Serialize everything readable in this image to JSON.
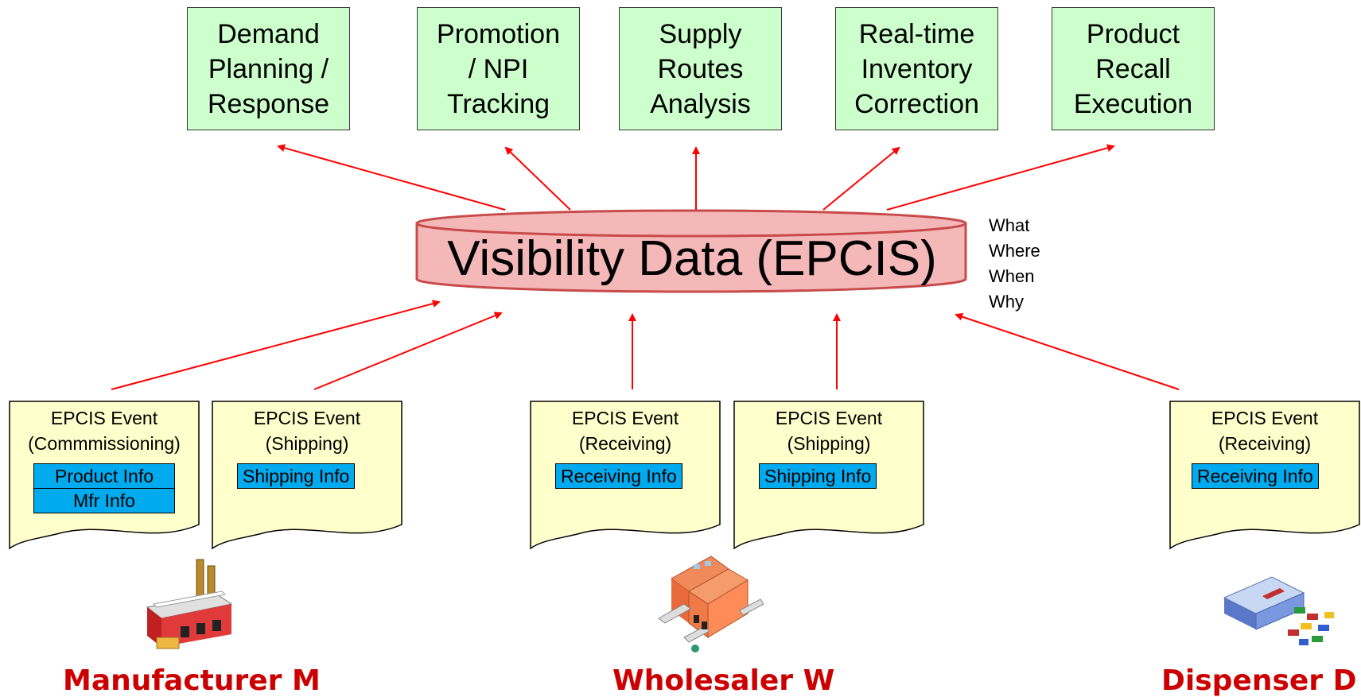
{
  "colors": {
    "app_box_fill": "#ccffcc",
    "database_fill": "#f5b8b8",
    "database_stroke": "#c84b4b",
    "document_fill": "#ffffcc",
    "info_box_fill": "#00aaee",
    "arrow_color": "#ff0000",
    "party_label_color": "#cc0000"
  },
  "applications": [
    {
      "label": "Demand\nPlanning /\nResponse"
    },
    {
      "label": "Promotion\n/ NPI\nTracking"
    },
    {
      "label": "Supply\nRoutes\nAnalysis"
    },
    {
      "label": "Real-time\nInventory\nCorrection"
    },
    {
      "label": "Product\nRecall\nExecution"
    }
  ],
  "database": {
    "label": "Visibility Data (EPCIS)"
  },
  "dimensions": [
    "What",
    "Where",
    "When",
    "Why"
  ],
  "events": [
    {
      "title": "EPCIS Event\n(Commmissioning)",
      "info": [
        "Product Info",
        "Mfr Info"
      ]
    },
    {
      "title": "EPCIS Event\n(Shipping)",
      "info": [
        "Shipping Info"
      ]
    },
    {
      "title": "EPCIS Event\n(Receiving)",
      "info": [
        "Receiving Info"
      ]
    },
    {
      "title": "EPCIS Event\n(Shipping)",
      "info": [
        "Shipping Info"
      ]
    },
    {
      "title": "EPCIS Event\n(Receiving)",
      "info": [
        "Receiving Info"
      ]
    }
  ],
  "parties": [
    {
      "label": "Manufacturer M",
      "icon": "factory-icon"
    },
    {
      "label": "Wholesaler W",
      "icon": "warehouse-icon"
    },
    {
      "label": "Dispenser D",
      "icon": "pharmacy-icon"
    }
  ]
}
